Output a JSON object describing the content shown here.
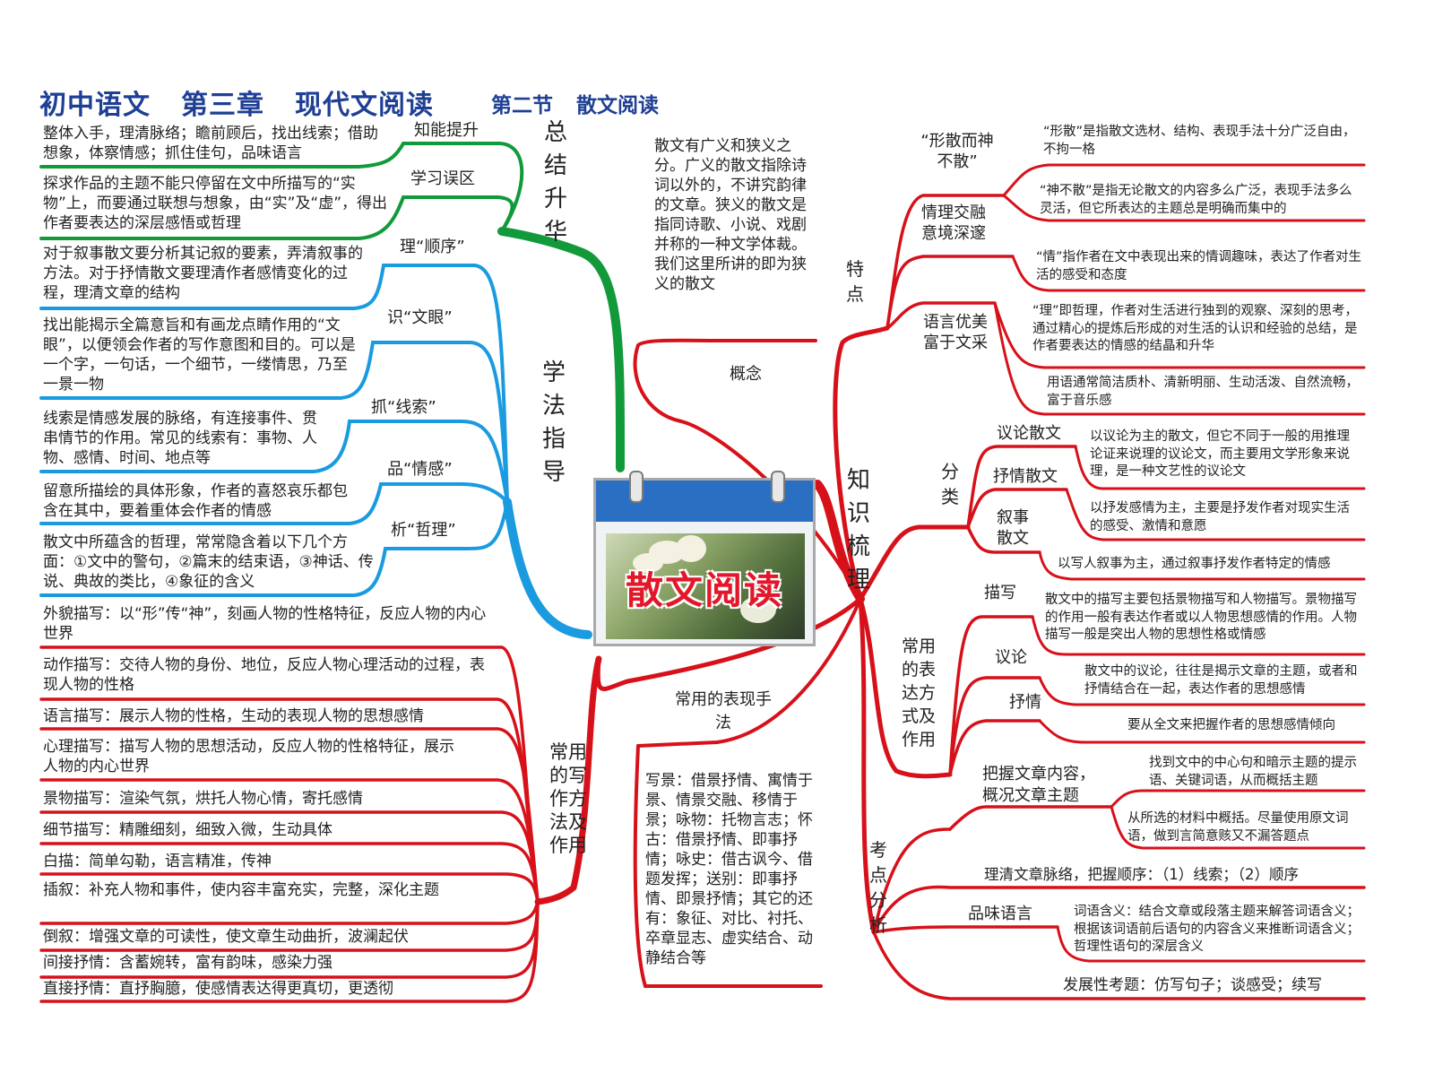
{
  "title": {
    "main": [
      "初中语文",
      "第三章",
      "现代文阅读"
    ],
    "sub": [
      "第二节",
      "散文阅读"
    ]
  },
  "center": {
    "label": "散文阅读"
  },
  "colors": {
    "green": "#129a3a",
    "blue": "#1a9be0",
    "red": "#d7111a",
    "title": "#1f3f95"
  },
  "summary": {
    "label": "总结升华",
    "items": [
      {
        "label": "知能提升",
        "text": "整体入手，理清脉络；瞻前顾后，找出线索；借助想象，体察情感；抓住佳句，品味语言"
      },
      {
        "label": "学习误区",
        "text": "探求作品的主题不能只停留在文中所描写的“实物”上，而要通过联想与想象，由“实”及“虚”，得出作者要表达的深层感悟或哲理"
      }
    ]
  },
  "method": {
    "label": "学法指导",
    "items": [
      {
        "label": "理“顺序”",
        "text": "对于叙事散文要分析其记叙的要素，弄清叙事的方法。对于抒情散文要理清作者感情变化的过程，理清文章的结构"
      },
      {
        "label": "识“文眼”",
        "text": "找出能揭示全篇意旨和有画龙点睛作用的“文眼”，以便领会作者的写作意图和目的。可以是一个字，一句话，一个细节，一缕情思，乃至一景一物"
      },
      {
        "label": "抓“线索”",
        "text": "线索是情感发展的脉络，有连接事件、贯串情节的作用。常见的线索有：事物、人物、感情、时间、地点等"
      },
      {
        "label": "品“情感”",
        "text": "留意所描绘的具体形象，作者的喜怒哀乐都包含在其中，要着重体会作者的情感"
      },
      {
        "label": "析“哲理”",
        "text": "散文中所蕴含的哲理，常常隐含着以下几个方面：①文中的警句，②篇末的结束语，③神话、传说、典故的类比，④象征的含义"
      }
    ]
  },
  "writing": {
    "label": "常用的写作方法及作用",
    "items": [
      "外貌描写：以“形”传“神”，刻画人物的性格特征，反应人物的内心世界",
      "动作描写：交待人物的身份、地位，反应人物心理活动的过程，表现人物的性格",
      "语言描写：展示人物的性格，生动的表现人物的思想感情",
      "心理描写：描写人物的思想活动，反应人物的性格特征，展示人物的内心世界",
      "景物描写：渲染气氛，烘托人物心情，寄托感情",
      "细节描写：精雕细刻，细致入微，生动具体",
      "白描：简单勾勒，语言精准，传神",
      "插叙：补充人物和事件，使内容丰富充实，完整，深化主题",
      "倒叙：增强文章的可读性，使文章生动曲折，波澜起伏",
      "间接抒情：含蓄婉转，富有韵味，感染力强",
      "直接抒情：直抒胸臆，使感情表达得更真切，更透彻"
    ]
  },
  "knowledge": {
    "label": "知识梳理",
    "concept": {
      "label": "概念",
      "text": "散文有广义和狭义之分。广义的散文指除诗词以外的，不讲究韵律的文章。狭义的散文是指同诗歌、小说、戏剧并称的一种文学体裁。我们这里所讲的即为狭义的散文"
    },
    "expression": {
      "label": "常用的表现手法",
      "text": "写景：借景抒情、寓情于景、情景交融、移情于景；咏物：托物言志；怀古：借景抒情、即事抒情；咏史：借古讽今、借题发挥；送别：即事抒情、即景抒情；其它的还有：象征、对比、衬托、卒章显志、虚实结合、动静结合等"
    },
    "features": {
      "label": "特点",
      "items": [
        {
          "label": "“形散而神不散”",
          "texts": [
            "“形散”是指散文选材、结构、表现手法十分广泛自由，不拘一格",
            "“神不散”是指无论散文的内容多么广泛，表现手法多么灵活，但它所表达的主题总是明确而集中的"
          ]
        },
        {
          "label": "情理交融意境深邃",
          "texts": [
            "“情”指作者在文中表现出来的情调趣味，表达了作者对生活的感受和态度",
            "“理”即哲理，作者对生活进行独到的观察、深刻的思考，通过精心的提炼后形成的对生活的认识和经验的总结，是作者要表达的情感的结晶和升华"
          ]
        },
        {
          "label": "语言优美富于文采",
          "texts": [
            "用语通常简洁质朴、清新明丽、生动活泼、自然流畅，富于音乐感"
          ]
        }
      ]
    },
    "category": {
      "label": "分类",
      "items": [
        {
          "label": "议论散文",
          "text": "以议论为主的散文，但它不同于一般的用推理论证来说理的议论文，而主要用文学形象来说理，是一种文艺性的议论文"
        },
        {
          "label": "抒情散文",
          "text": "以抒发感情为主，主要是抒发作者对现实生活的感受、激情和意愿"
        },
        {
          "label": "叙事散文",
          "text": "以写人叙事为主，通过叙事抒发作者特定的情感"
        }
      ]
    },
    "methods": {
      "label": "常用的表达方式及作用",
      "items": [
        {
          "label": "描写",
          "text": "散文中的描写主要包括景物描写和人物描写。景物描写的作用一般有表达作者或以人物思想感情的作用。人物描写一般是突出人物的思想性格或情感"
        },
        {
          "label": "议论",
          "text": "散文中的议论，往往是揭示文章的主题，或者和抒情结合在一起，表达作者的思想感情"
        },
        {
          "label": "抒情",
          "text": "要从全文来把握作者的思想感情倾向"
        }
      ]
    },
    "exam": {
      "label": "考点分析",
      "items": [
        {
          "label": "把握文章内容，概况文章主题",
          "texts": [
            "找到文中的中心句和暗示主题的提示语、关键词语，从而概括主题",
            "从所选的材料中概括。尽量使用原文词语，做到言简意赅又不漏答题点"
          ]
        },
        {
          "label": "理清文章脉络，把握顺序：（1）线索；（2）顺序",
          "texts": []
        },
        {
          "label": "品味语言",
          "texts": [
            "词语含义：结合文章或段落主题来解答词语含义；根据该词语前后语句的内容含义来推断词语含义；哲理性语句的深层含义"
          ]
        },
        {
          "label": "发展性考题：仿写句子；谈感受；续写",
          "texts": []
        }
      ]
    }
  }
}
